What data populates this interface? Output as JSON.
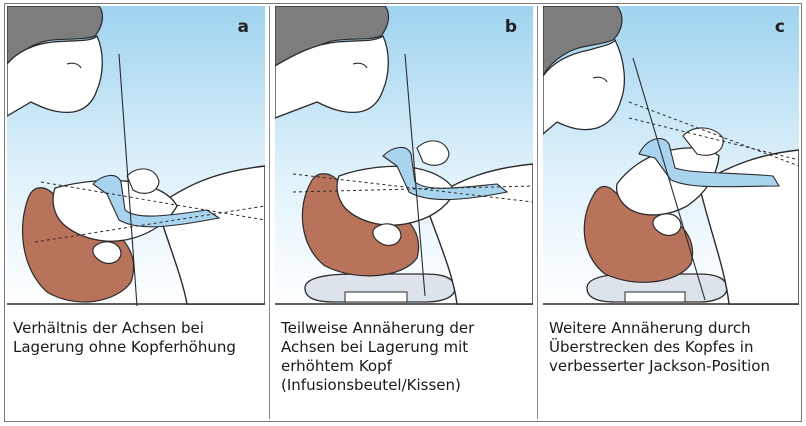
{
  "panels": [
    {
      "letter": "a",
      "caption": "Verhältnis der Achsen bei\nLagerung ohne Kopferhöhung"
    },
    {
      "letter": "b",
      "caption": "Teilweise Annäherung der\nAchsen bei Lagerung mit\nerhöhtem Kopf\n(Infusionsbeutel/Kissen)"
    },
    {
      "letter": "c",
      "caption": "Weitere Annäherung durch\nÜberstrecken des Kopfes in\nverbesserter Jackson-Position"
    }
  ],
  "colors": {
    "sky_top": "#9fd3ef",
    "sky_bottom": "#eef8fd",
    "skin": "#ffffff",
    "hair_patient": "#b8735a",
    "hair_doctor": "#7d7d7d",
    "airway": "#a9d4ef",
    "outline": "#2b2b2b",
    "pillow": "#dce3ea"
  }
}
